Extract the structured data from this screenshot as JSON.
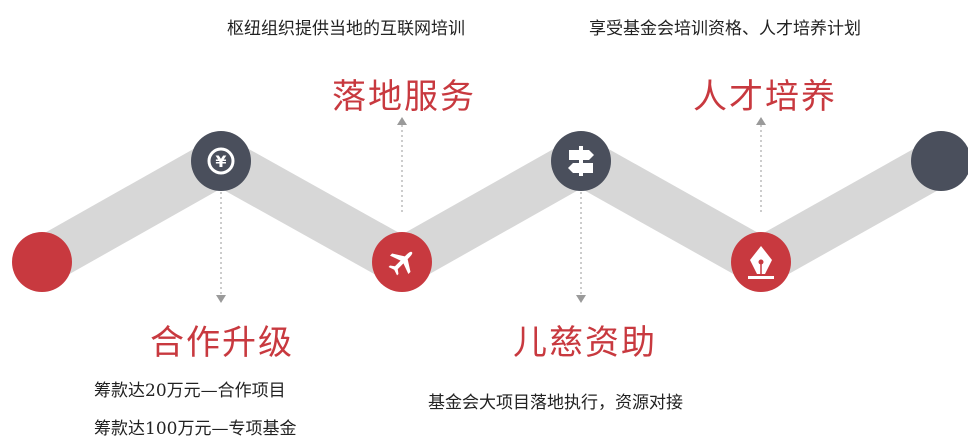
{
  "steps": [
    {
      "title": "合作升级",
      "description_lines": [
        "筹款达20万元—合作项目",
        "筹款达100万元—专项基金"
      ],
      "icon": "money-icon"
    },
    {
      "title": "落地服务",
      "description_lines": [
        "枢纽组织提供当地的互联网培训"
      ],
      "icon": "airplane-icon"
    },
    {
      "title": "儿慈资助",
      "description_lines": [
        "基金会大项目落地执行，资源对接"
      ],
      "icon": "signpost-icon"
    },
    {
      "title": "人才培养",
      "description_lines": [
        "享受基金会培训资格、人才培养计划"
      ],
      "icon": "pen-icon"
    }
  ],
  "colors": {
    "accent": "#c8393f",
    "dark": "#4a4f5c",
    "ribbon": "#d7d7d7",
    "arrow": "#9a9a9a",
    "text": "#222222"
  }
}
